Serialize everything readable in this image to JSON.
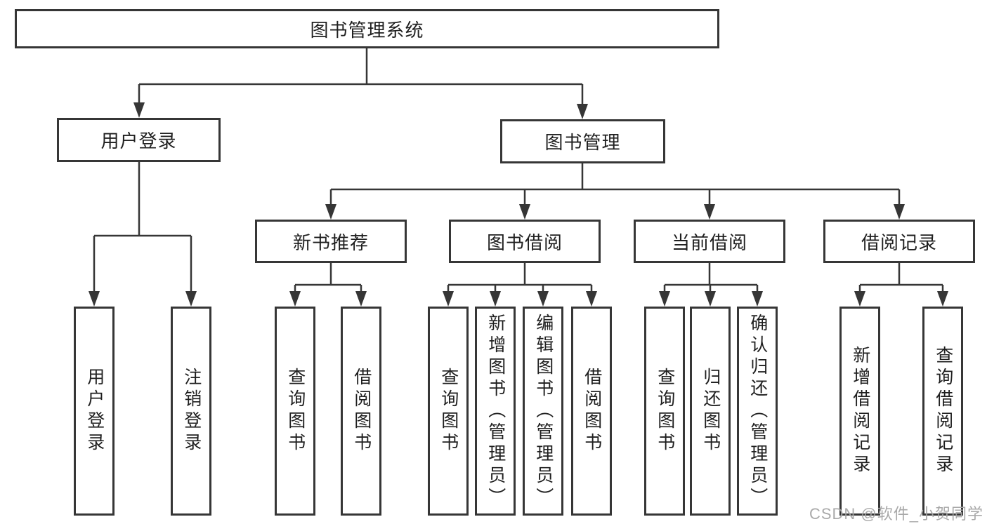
{
  "diagram_title": "图书管理系统",
  "nodes": {
    "root": "图书管理系统",
    "user_login": "用户登录",
    "book_mgmt": "图书管理",
    "new_book_rec": "新书推荐",
    "book_borrow": "图书借阅",
    "current_borrow": "当前借阅",
    "borrow_records": "借阅记录",
    "user_login_leaf": "用户登录",
    "logout": "注销登录",
    "query_books_1": "查询图书",
    "borrow_books_1": "借阅图书",
    "query_books_2": "查询图书",
    "add_books": "新增图书（管理员）",
    "edit_books": "编辑图书（管理员）",
    "borrow_books_2": "借阅图书",
    "query_books_3": "查询图书",
    "return_books": "归还图书",
    "confirm_return": "确认归还（管理员）",
    "add_borrow_record": "新增借阅记录",
    "query_borrow_record": "查询借阅记录"
  },
  "hierarchy": {
    "图书管理系统": [
      "用户登录",
      "图书管理"
    ],
    "用户登录": [
      "用户登录",
      "注销登录"
    ],
    "图书管理": [
      "新书推荐",
      "图书借阅",
      "当前借阅",
      "借阅记录"
    ],
    "新书推荐": [
      "查询图书",
      "借阅图书"
    ],
    "图书借阅": [
      "查询图书",
      "新增图书（管理员）",
      "编辑图书（管理员）",
      "借阅图书"
    ],
    "当前借阅": [
      "查询图书",
      "归还图书",
      "确认归还（管理员）"
    ],
    "借阅记录": [
      "新增借阅记录",
      "查询借阅记录"
    ]
  },
  "watermark": "CSDN @软件_小贺同学",
  "colors": {
    "line": "#363636",
    "box_border": "#363636",
    "text": "#1f1f1f",
    "watermark": "#a4a4a4",
    "background": "#ffffff"
  }
}
